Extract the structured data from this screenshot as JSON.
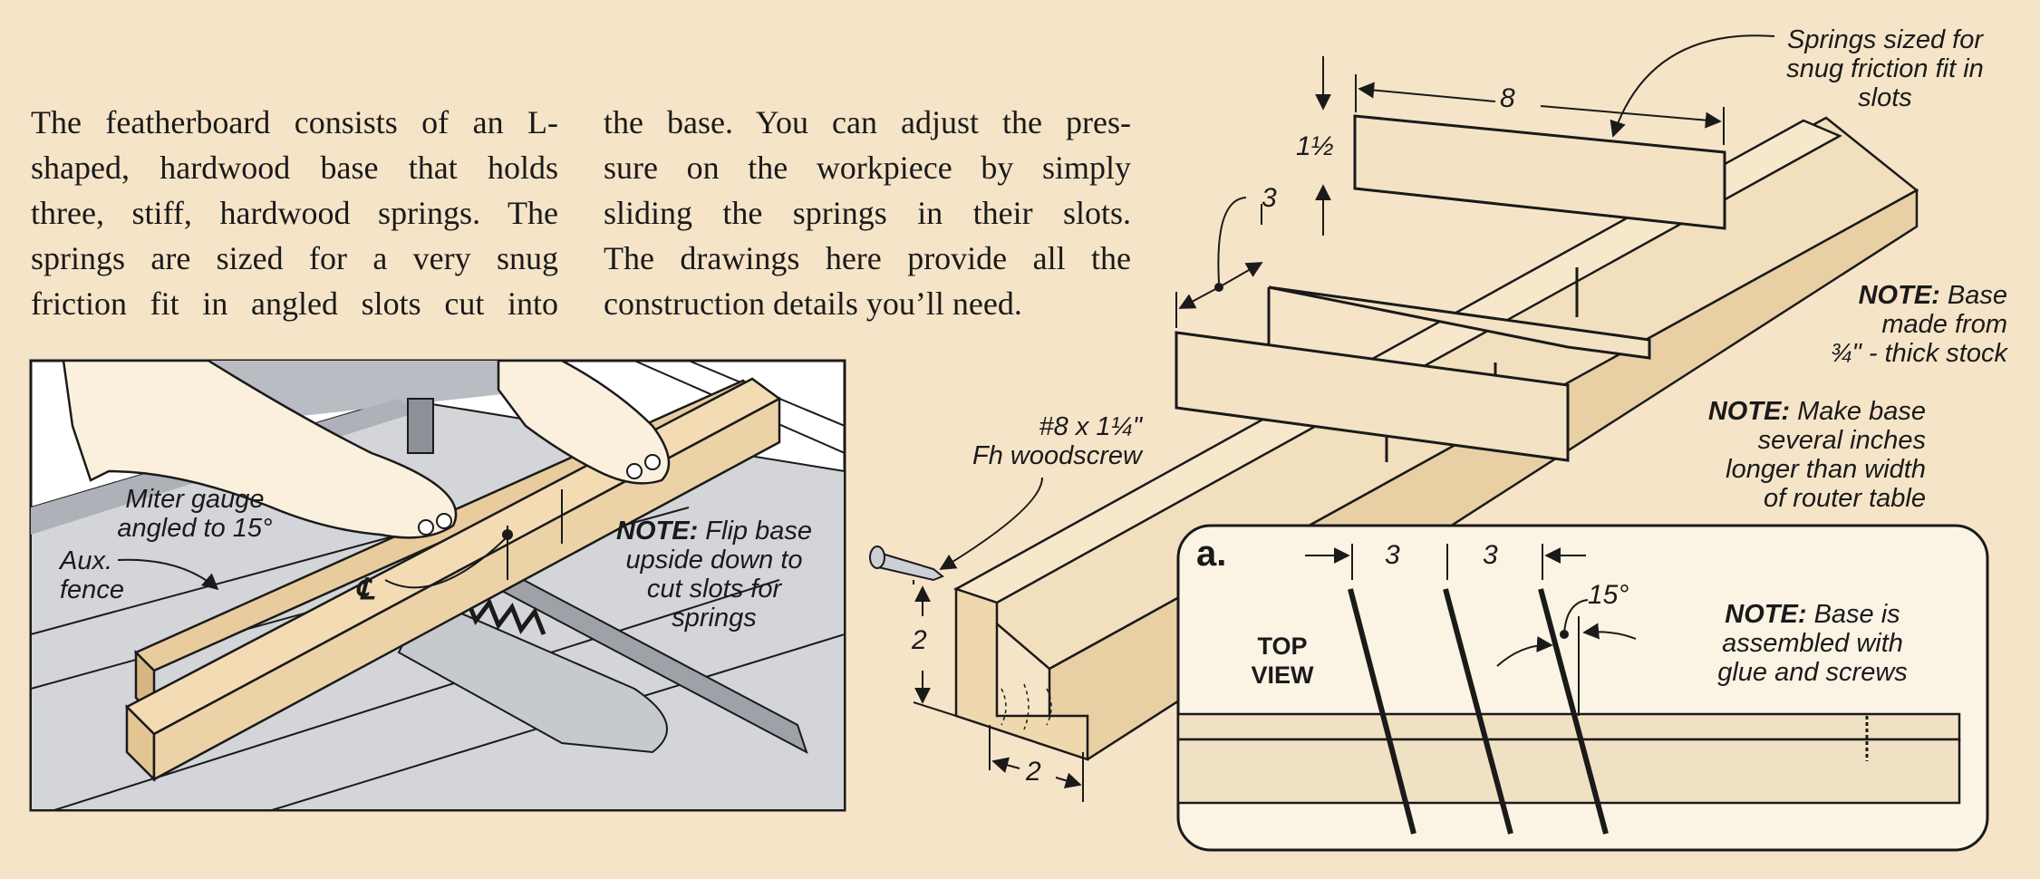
{
  "intro": {
    "col1": [
      "The featherboard consists of an L-",
      "shaped, hardwood base that holds",
      "three, stiff, hardwood springs. The",
      "springs are sized for a very snug",
      "friction fit in angled slots cut into"
    ],
    "col2": [
      "the base. You can adjust the pres-",
      "sure on the workpiece by simply",
      "sliding the springs in their slots.",
      "The drawings here provide all the",
      "construction details you’ll need."
    ]
  },
  "photo": {
    "miter_gauge": [
      "Miter gauge",
      "angled to 15°"
    ],
    "aux_fence": [
      "Aux.",
      "fence"
    ],
    "centerline": "℄",
    "note_title": "NOTE:",
    "note_text": [
      "Flip base",
      "upside down to",
      "cut slots for",
      "springs"
    ]
  },
  "main": {
    "springs_note": [
      "Springs sized for",
      "snug friction fit in",
      "slots"
    ],
    "dim_8": "8",
    "dim_1_5": "1½",
    "dim_3": "3",
    "note_base_title": "NOTE:",
    "note_base_text": [
      "Base",
      "made from",
      "¾\" - thick stock"
    ],
    "note_len_title": "NOTE:",
    "note_len_text": [
      "Make base",
      "several inches",
      "longer than width",
      "of router table"
    ],
    "screw": [
      "#8 x 1¼\"",
      "Fh woodscrew"
    ],
    "dim_2_h": "2",
    "dim_2_w": "2"
  },
  "detail": {
    "label": "a.",
    "view": [
      "TOP",
      "VIEW"
    ],
    "dim_3a": "3",
    "dim_3b": "3",
    "angle": "15°",
    "note_title": "NOTE:",
    "note_text": [
      "Base is",
      "assembled with",
      "glue and screws"
    ]
  }
}
